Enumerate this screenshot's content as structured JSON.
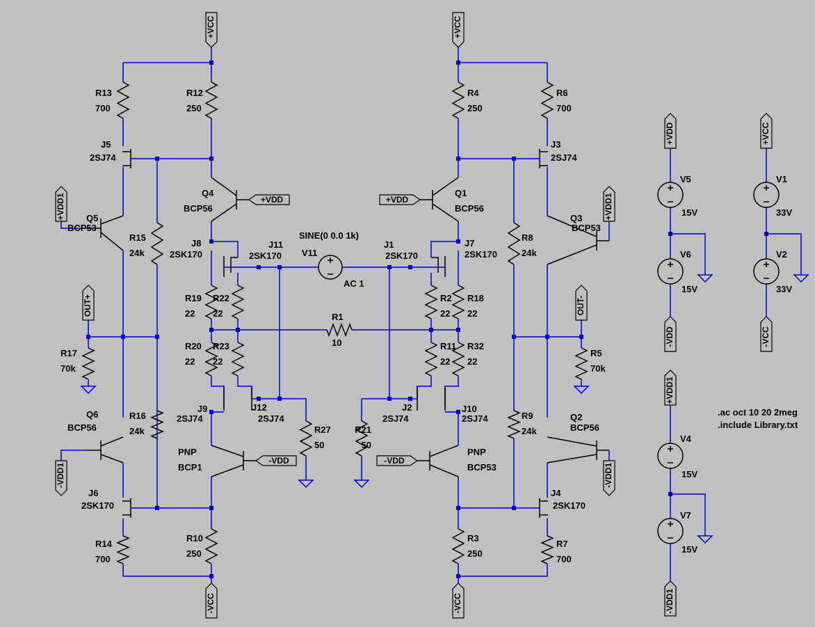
{
  "colors": {
    "background": "#c0c0c0",
    "wire": "#0000cc",
    "component": "#000000",
    "text": "#000000"
  },
  "nets": {
    "vcc_pos": "+VCC",
    "vcc_neg": "-VCC",
    "vdd_pos": "+VDD",
    "vdd_neg": "-VDD",
    "vdd1_pos": "+VDD1",
    "vdd1_neg": "-VDD1",
    "out_pos": "OUT+",
    "out_neg": "OUT-"
  },
  "components": {
    "R13": {
      "name": "R13",
      "value": "700"
    },
    "R12": {
      "name": "R12",
      "value": "250"
    },
    "R4": {
      "name": "R4",
      "value": "250"
    },
    "R6": {
      "name": "R6",
      "value": "700"
    },
    "R15": {
      "name": "R15",
      "value": "24k"
    },
    "R8": {
      "name": "R8",
      "value": "24k"
    },
    "R16": {
      "name": "R16",
      "value": "24k"
    },
    "R9": {
      "name": "R9",
      "value": "24k"
    },
    "R19": {
      "name": "R19",
      "value": "22"
    },
    "R22": {
      "name": "R22",
      "value": "22"
    },
    "R20": {
      "name": "R20",
      "value": "22"
    },
    "R23": {
      "name": "R23",
      "value": "22"
    },
    "R2": {
      "name": "R2",
      "value": "22"
    },
    "R18": {
      "name": "R18",
      "value": "22"
    },
    "R11": {
      "name": "R11",
      "value": "22"
    },
    "R32": {
      "name": "R32",
      "value": "22"
    },
    "R1": {
      "name": "R1",
      "value": "10"
    },
    "R17": {
      "name": "R17",
      "value": "70k"
    },
    "R5": {
      "name": "R5",
      "value": "70k"
    },
    "R27": {
      "name": "R27",
      "value": "50"
    },
    "R21": {
      "name": "R21",
      "value": "50"
    },
    "R14": {
      "name": "R14",
      "value": "700"
    },
    "R10": {
      "name": "R10",
      "value": "250"
    },
    "R3": {
      "name": "R3",
      "value": "250"
    },
    "R7": {
      "name": "R7",
      "value": "700"
    },
    "J5": {
      "name": "J5",
      "value": "2SJ74"
    },
    "J3": {
      "name": "J3",
      "value": "2SJ74"
    },
    "J6": {
      "name": "J6",
      "value": "2SK170"
    },
    "J4": {
      "name": "J4",
      "value": "2SK170"
    },
    "J8": {
      "name": "J8",
      "value": "2SK170"
    },
    "J11": {
      "name": "J11",
      "value": "2SK170"
    },
    "J1": {
      "name": "J1",
      "value": "2SK170"
    },
    "J7": {
      "name": "J7",
      "value": "2SK170"
    },
    "J9": {
      "name": "J9",
      "value": "2SJ74"
    },
    "J12": {
      "name": "J12",
      "value": "2SJ74"
    },
    "J2": {
      "name": "J2",
      "value": "2SJ74"
    },
    "J10": {
      "name": "J10",
      "value": "2SJ74"
    },
    "Q4": {
      "name": "Q4",
      "value": "BCP56"
    },
    "Q1": {
      "name": "Q1",
      "value": "BCP56"
    },
    "Q5": {
      "name": "Q5",
      "value": "BCP53"
    },
    "Q3": {
      "name": "Q3",
      "value": "BCP53"
    },
    "Q6": {
      "name": "Q6",
      "value": "BCP56"
    },
    "Q2": {
      "name": "Q2",
      "value": "BCP56"
    },
    "QL": {
      "name": "PNP",
      "value": "BCP1"
    },
    "QR": {
      "name": "PNP",
      "value": "BCP53"
    },
    "V11": {
      "name": "V11",
      "value": "SINE(0 0.0 1k)",
      "ac": "AC 1"
    },
    "V5": {
      "name": "V5",
      "value": "15V"
    },
    "V6": {
      "name": "V6",
      "value": "15V"
    },
    "V1": {
      "name": "V1",
      "value": "33V"
    },
    "V2": {
      "name": "V2",
      "value": "33V"
    },
    "V4": {
      "name": "V4",
      "value": "15V"
    },
    "V7": {
      "name": "V7",
      "value": "15V"
    }
  },
  "directives": [
    ".ac oct 10 20 2meg",
    ".include Library.txt"
  ]
}
